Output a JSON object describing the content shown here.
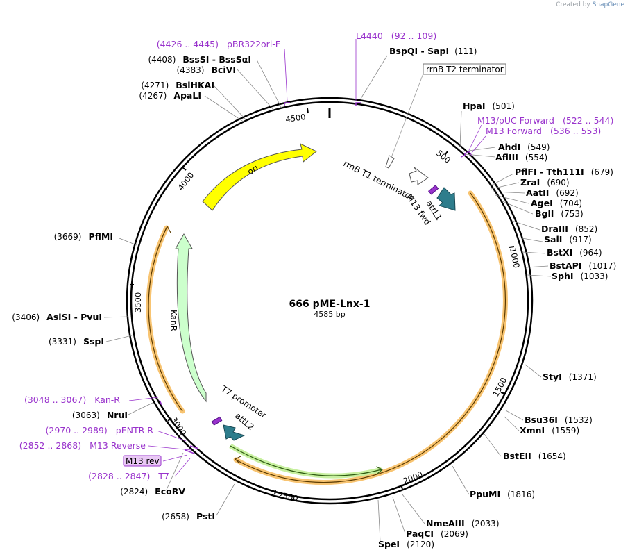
{
  "branding": {
    "created_by": "Created by",
    "brand": "SnapGene"
  },
  "plasmid": {
    "name": "666 pME-Lnx-1",
    "length_label": "4585 bp",
    "length": 4585
  },
  "ticks": [
    "500",
    "1000",
    "1500",
    "2000",
    "2500",
    "3000",
    "3500",
    "4000",
    "4500"
  ],
  "enzymes": [
    {
      "name": "BspQI",
      "name2": "SapI",
      "pos": "(111)"
    },
    {
      "name": "HpaI",
      "pos": "(501)"
    },
    {
      "name": "AhdI",
      "pos": "(549)"
    },
    {
      "name": "AflIII",
      "pos": "(554)"
    },
    {
      "name": "PflFI",
      "name2": "Tth111I",
      "pos": "(679)"
    },
    {
      "name": "ZraI",
      "pos": "(690)"
    },
    {
      "name": "AatII",
      "pos": "(692)"
    },
    {
      "name": "AgeI",
      "pos": "(704)"
    },
    {
      "name": "BglI",
      "pos": "(753)"
    },
    {
      "name": "DraIII",
      "pos": "(852)"
    },
    {
      "name": "SalI",
      "pos": "(917)"
    },
    {
      "name": "BstXI",
      "pos": "(964)"
    },
    {
      "name": "BstAPI",
      "pos": "(1017)"
    },
    {
      "name": "SphI",
      "pos": "(1033)"
    },
    {
      "name": "StyI",
      "pos": "(1371)"
    },
    {
      "name": "Bsu36I",
      "pos": "(1532)"
    },
    {
      "name": "XmnI",
      "pos": "(1559)"
    },
    {
      "name": "BstEII",
      "pos": "(1654)"
    },
    {
      "name": "PpuMI",
      "pos": "(1816)"
    },
    {
      "name": "NmeAIII",
      "pos": "(2033)"
    },
    {
      "name": "PaqCI",
      "pos": "(2069)"
    },
    {
      "name": "SpeI",
      "pos": "(2120)"
    },
    {
      "name": "PstI",
      "pos": "(2658)"
    },
    {
      "name": "EcoRV",
      "pos": "(2824)"
    },
    {
      "name": "NruI",
      "pos": "(3063)"
    },
    {
      "name": "SspI",
      "pos": "(3331)"
    },
    {
      "name": "AsiSI",
      "name2": "PvuI",
      "pos": "(3406)"
    },
    {
      "name": "PflMI",
      "pos": "(3669)"
    },
    {
      "name": "ApaLI",
      "pos": "(4267)"
    },
    {
      "name": "BsiHKAI",
      "pos": "(4271)"
    },
    {
      "name": "BciVI",
      "pos": "(4383)"
    },
    {
      "name": "BssSI",
      "name2": "BssSαI",
      "pos": "(4408)"
    }
  ],
  "primers": [
    {
      "name": "L4440",
      "range": "(92 .. 109)"
    },
    {
      "name": "M13/pUC Forward",
      "range": "(522 .. 544)"
    },
    {
      "name": "M13 Forward",
      "range": "(536 .. 553)"
    },
    {
      "name": "pBR322ori-F",
      "range": "(4426 .. 4445)"
    },
    {
      "name": "Kan-R",
      "range": "(3048 .. 3067)"
    },
    {
      "name": "pENTR-R",
      "range": "(2970 .. 2989)"
    },
    {
      "name": "M13 Reverse",
      "range": "(2852 .. 2868)"
    },
    {
      "name": "M13 rev"
    },
    {
      "name": "T7",
      "range": "(2828 .. 2847)"
    }
  ],
  "features": {
    "rrnB_T2": "rrnB T2 terminator",
    "rrnB_T1": "rrnB T1 terminator",
    "m13_fwd": "M13 fwd",
    "attL1": "attL1",
    "ori": "ori",
    "kanR": "KanR",
    "t7_promoter": "T7 promoter",
    "attL2": "attL2"
  },
  "colors": {
    "primer": "#9933cc",
    "ori": "#ffff00",
    "kanR": "#ccffcc",
    "att": "#2e7d8c",
    "orf": "#f5b041",
    "green_orf": "#44aa22",
    "backbone": "#000000"
  }
}
